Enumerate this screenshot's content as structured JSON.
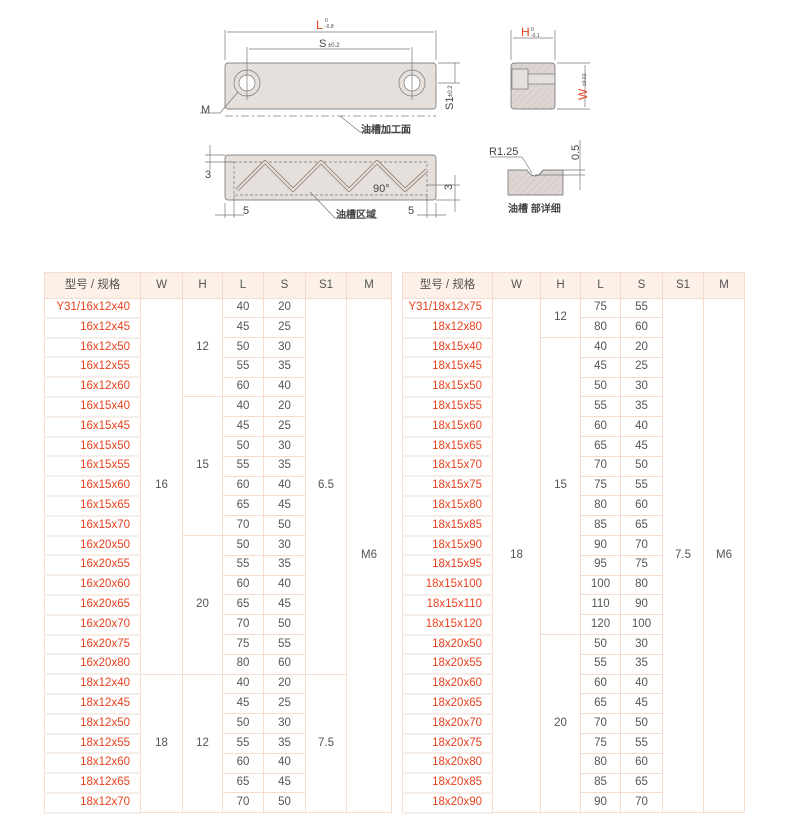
{
  "drawing": {
    "L": "L",
    "L_tol_upper": "0",
    "L_tol_lower": "-0.8",
    "S": "S",
    "S_tol": "±0.2",
    "S1": "S1",
    "S1_tol": "±0.2",
    "M": "M",
    "H": "H",
    "H_tol_upper": "0",
    "H_tol_lower": "-0.1",
    "W": "W",
    "W_tol": "±0.01",
    "oil_groove_surface": "油槽加工面",
    "oil_groove_area": "油槽区域",
    "oil_groove_detail": "油槽 部详细",
    "dim_3_left": "3",
    "dim_3_right": "3",
    "dim_5_left": "5",
    "dim_5_right": "5",
    "angle": "90°",
    "radius": "R1.25",
    "depth": "0.5"
  },
  "colors": {
    "accent": "#e8401c",
    "border": "#f6dccf",
    "header_bg": "#fdf0e8"
  },
  "tables": [
    {
      "headers": [
        "型号 / 规格",
        "W",
        "H",
        "L",
        "S",
        "S1",
        "M"
      ],
      "rows": [
        [
          "Y31/16x12x40",
          "40",
          "20"
        ],
        [
          "16x12x45",
          "45",
          "25"
        ],
        [
          "16x12x50",
          "50",
          "30"
        ],
        [
          "16x12x55",
          "55",
          "35"
        ],
        [
          "16x12x60",
          "60",
          "40"
        ],
        [
          "16x15x40",
          "40",
          "20"
        ],
        [
          "16x15x45",
          "45",
          "25"
        ],
        [
          "16x15x50",
          "50",
          "30"
        ],
        [
          "16x15x55",
          "55",
          "35"
        ],
        [
          "16x15x60",
          "60",
          "40"
        ],
        [
          "16x15x65",
          "65",
          "45"
        ],
        [
          "16x15x70",
          "70",
          "50"
        ],
        [
          "16x20x50",
          "50",
          "30"
        ],
        [
          "16x20x55",
          "55",
          "35"
        ],
        [
          "16x20x60",
          "60",
          "40"
        ],
        [
          "16x20x65",
          "65",
          "45"
        ],
        [
          "16x20x70",
          "70",
          "50"
        ],
        [
          "16x20x75",
          "75",
          "55"
        ],
        [
          "16x20x80",
          "80",
          "60"
        ],
        [
          "18x12x40",
          "40",
          "20"
        ],
        [
          "18x12x45",
          "45",
          "25"
        ],
        [
          "18x12x50",
          "50",
          "30"
        ],
        [
          "18x12x55",
          "55",
          "35"
        ],
        [
          "18x12x60",
          "60",
          "40"
        ],
        [
          "18x12x65",
          "65",
          "45"
        ],
        [
          "18x12x70",
          "70",
          "50"
        ]
      ],
      "W": [
        {
          "value": "16",
          "span": 19
        },
        {
          "value": "18",
          "span": 7
        }
      ],
      "H": [
        {
          "value": "12",
          "span": 5
        },
        {
          "value": "15",
          "span": 7
        },
        {
          "value": "20",
          "span": 7
        },
        {
          "value": "12",
          "span": 7
        }
      ],
      "S1": [
        {
          "value": "6.5",
          "span": 19
        },
        {
          "value": "7.5",
          "span": 7
        }
      ],
      "M": [
        {
          "value": "M6",
          "span": 26
        }
      ]
    },
    {
      "headers": [
        "型号 / 规格",
        "W",
        "H",
        "L",
        "S",
        "S1",
        "M"
      ],
      "rows": [
        [
          "Y31/18x12x75",
          "75",
          "55"
        ],
        [
          "18x12x80",
          "80",
          "60"
        ],
        [
          "18x15x40",
          "40",
          "20"
        ],
        [
          "18x15x45",
          "45",
          "25"
        ],
        [
          "18x15x50",
          "50",
          "30"
        ],
        [
          "18x15x55",
          "55",
          "35"
        ],
        [
          "18x15x60",
          "60",
          "40"
        ],
        [
          "18x15x65",
          "65",
          "45"
        ],
        [
          "18x15x70",
          "70",
          "50"
        ],
        [
          "18x15x75",
          "75",
          "55"
        ],
        [
          "18x15x80",
          "80",
          "60"
        ],
        [
          "18x15x85",
          "85",
          "65"
        ],
        [
          "18x15x90",
          "90",
          "70"
        ],
        [
          "18x15x95",
          "95",
          "75"
        ],
        [
          "18x15x100",
          "100",
          "80"
        ],
        [
          "18x15x110",
          "110",
          "90"
        ],
        [
          "18x15x120",
          "120",
          "100"
        ],
        [
          "18x20x50",
          "50",
          "30"
        ],
        [
          "18x20x55",
          "55",
          "35"
        ],
        [
          "18x20x60",
          "60",
          "40"
        ],
        [
          "18x20x65",
          "65",
          "45"
        ],
        [
          "18x20x70",
          "70",
          "50"
        ],
        [
          "18x20x75",
          "75",
          "55"
        ],
        [
          "18x20x80",
          "80",
          "60"
        ],
        [
          "18x20x85",
          "85",
          "65"
        ],
        [
          "18x20x90",
          "90",
          "70"
        ]
      ],
      "W": [
        {
          "value": "18",
          "span": 26
        }
      ],
      "H": [
        {
          "value": "12",
          "span": 2
        },
        {
          "value": "15",
          "span": 15
        },
        {
          "value": "20",
          "span": 9
        }
      ],
      "S1": [
        {
          "value": "7.5",
          "span": 26
        }
      ],
      "M": [
        {
          "value": "M6",
          "span": 26
        }
      ]
    }
  ]
}
